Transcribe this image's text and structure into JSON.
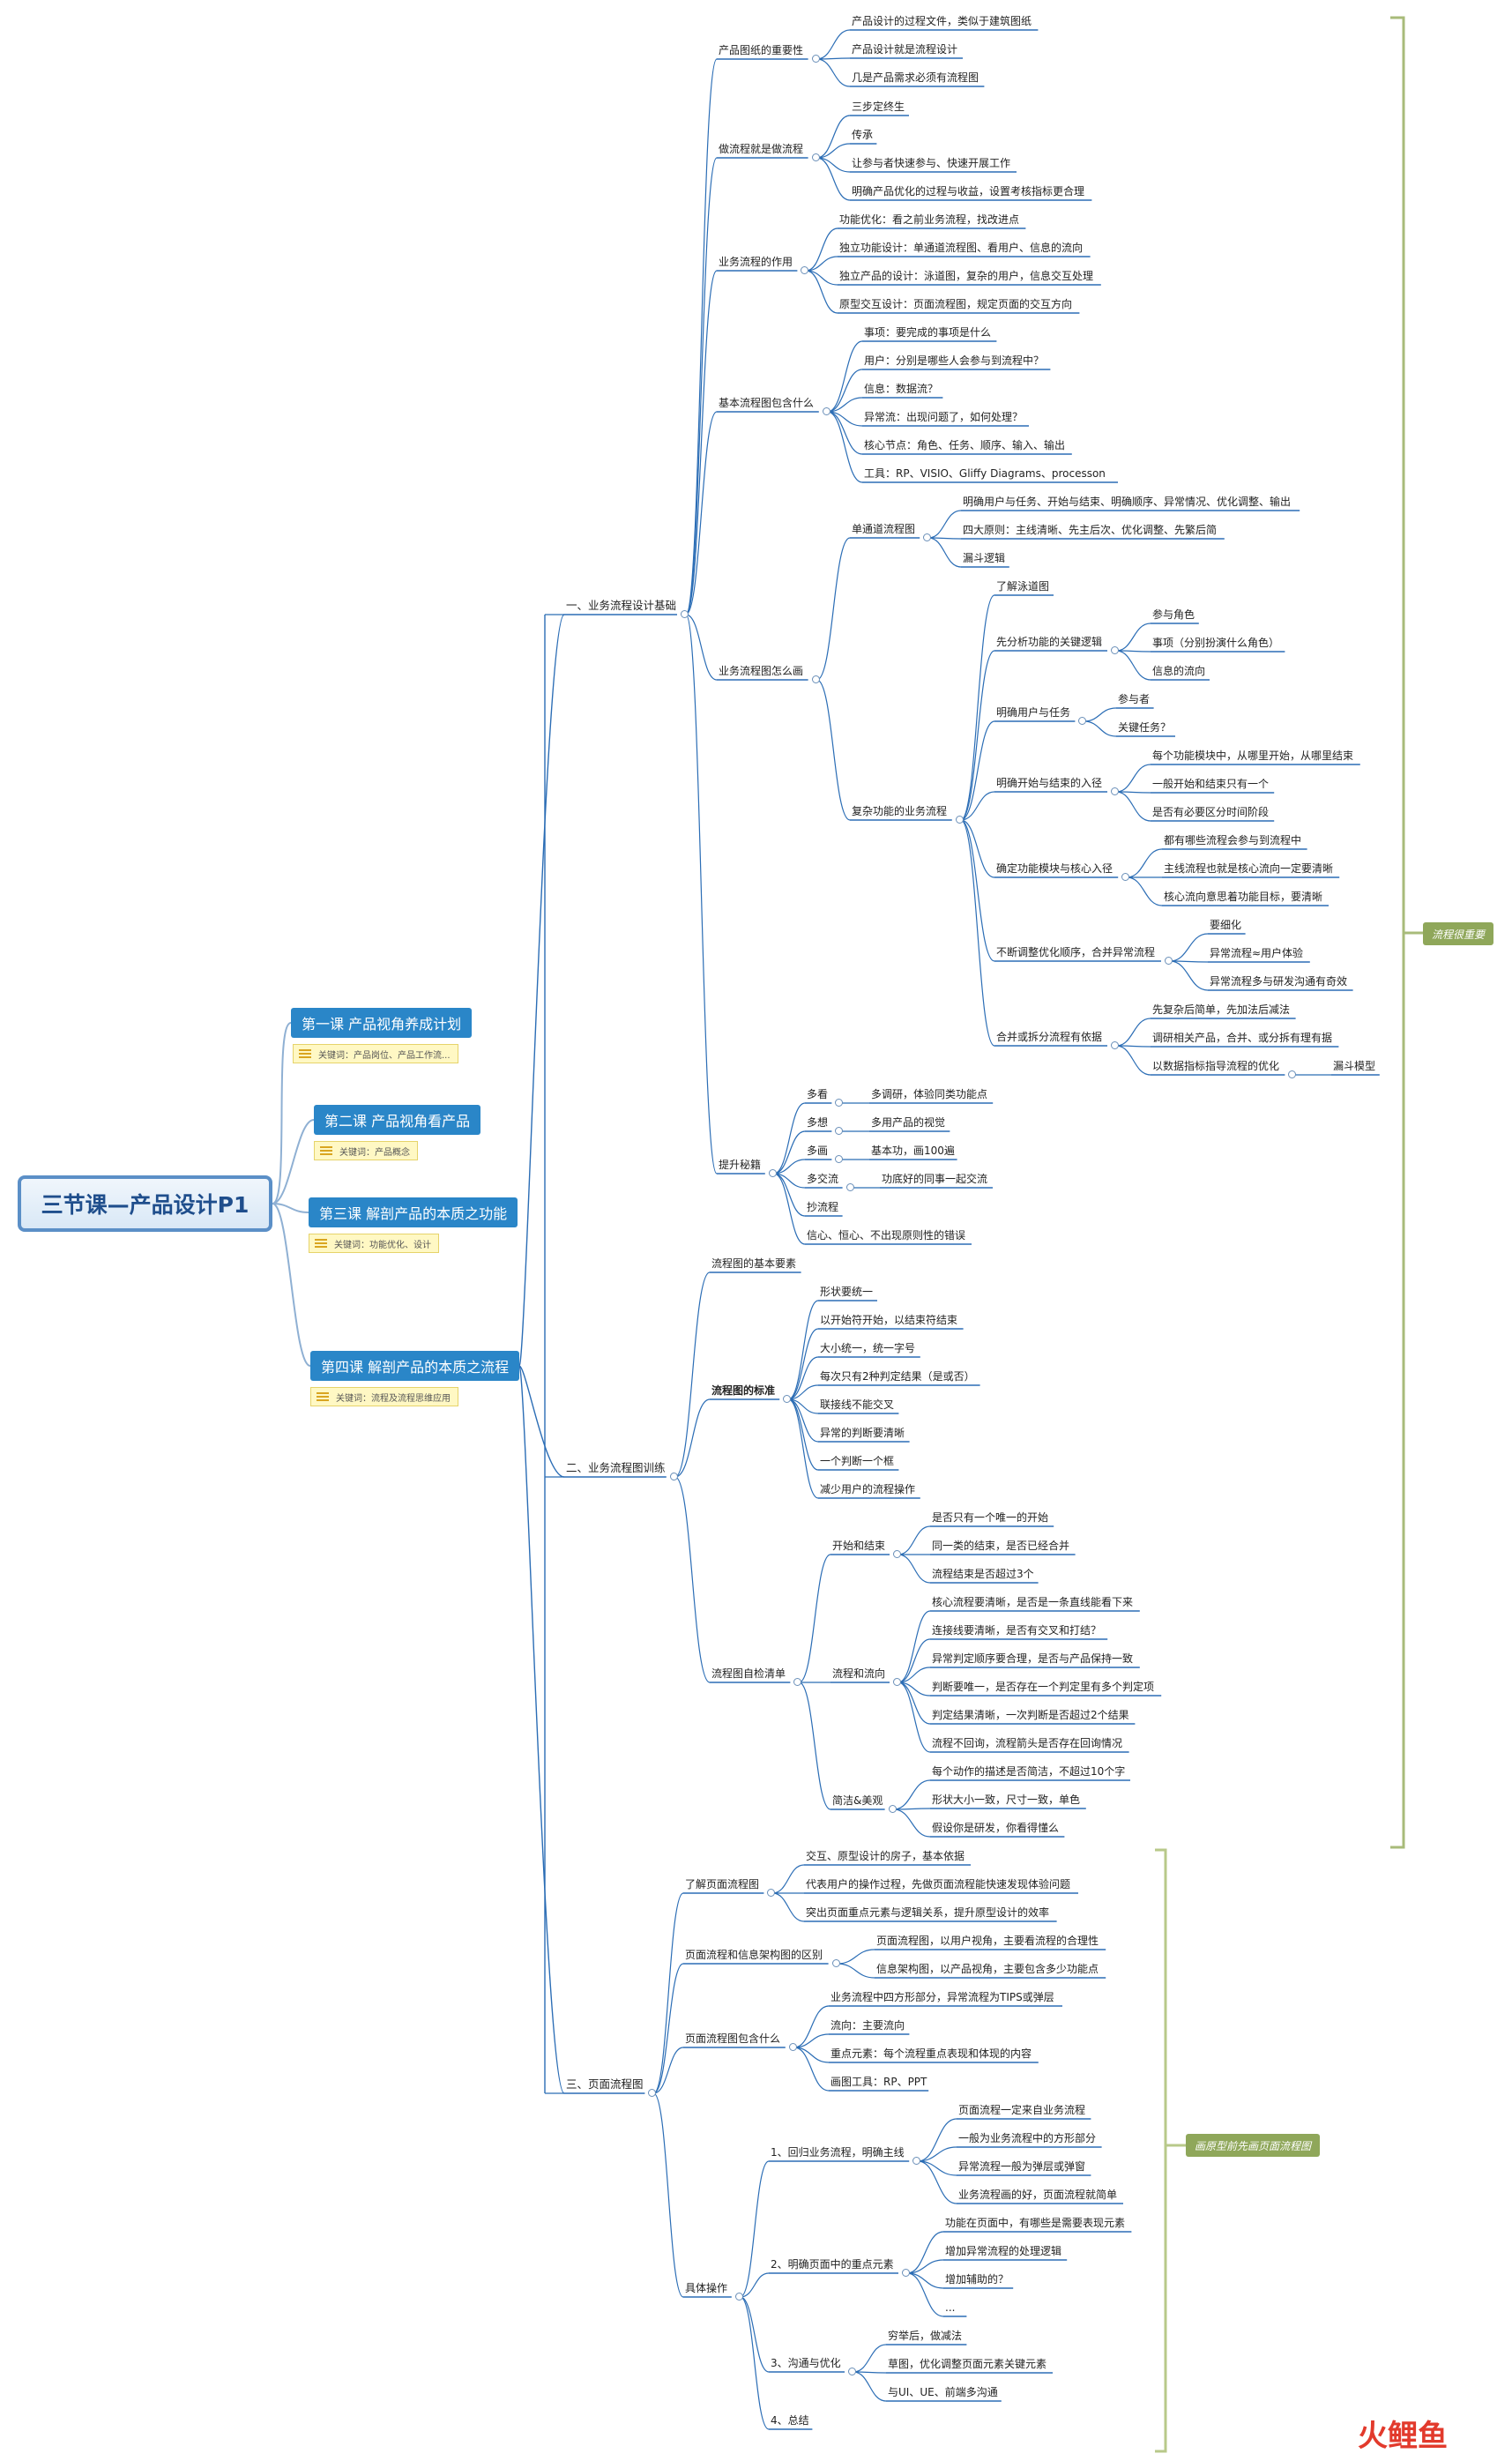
{
  "root": {
    "label": "三节课—产品设计P1"
  },
  "lessons": [
    {
      "label": "第一课 产品视角养成计划",
      "keywords": "关键词：产品岗位、产品工作流..."
    },
    {
      "label": "第二课 产品视角看产品",
      "keywords": "关键词：产品概念"
    },
    {
      "label": "第三课 解剖产品的本质之功能",
      "keywords": "关键词：功能优化、设计"
    },
    {
      "label": "第四课 解剖产品的本质之流程",
      "keywords": "关键词：流程及流程思维应用"
    }
  ],
  "tags": {
    "flow": "流程很重要",
    "page": "画原型前先画页面流程图"
  },
  "watermark": "火鲤鱼",
  "tree": [
    {
      "id": "s1",
      "p": null,
      "t": "一、业务流程设计基础"
    },
    {
      "id": "a1",
      "p": "s1",
      "t": "产品图纸的重要性"
    },
    {
      "id": "a1a",
      "p": "a1",
      "t": "产品设计的过程文件，类似于建筑图纸"
    },
    {
      "id": "a1b",
      "p": "a1",
      "t": "产品设计就是流程设计"
    },
    {
      "id": "a1c",
      "p": "a1",
      "t": "几是产品需求必须有流程图"
    },
    {
      "id": "a2",
      "p": "s1",
      "t": "做流程就是做流程"
    },
    {
      "id": "a2a",
      "p": "a2",
      "t": "三步定终生"
    },
    {
      "id": "a2b",
      "p": "a2",
      "t": "传承"
    },
    {
      "id": "a2c",
      "p": "a2",
      "t": "让参与者快速参与、快速开展工作"
    },
    {
      "id": "a2d",
      "p": "a2",
      "t": "明确产品优化的过程与收益，设置考核指标更合理"
    },
    {
      "id": "a3",
      "p": "s1",
      "t": "业务流程的作用"
    },
    {
      "id": "a3a",
      "p": "a3",
      "t": "功能优化：看之前业务流程，找改进点"
    },
    {
      "id": "a3b",
      "p": "a3",
      "t": "独立功能设计：单通道流程图、看用户、信息的流向"
    },
    {
      "id": "a3c",
      "p": "a3",
      "t": "独立产品的设计：泳道图，复杂的用户，信息交互处理"
    },
    {
      "id": "a3d",
      "p": "a3",
      "t": "原型交互设计：页面流程图，规定页面的交互方向"
    },
    {
      "id": "a4",
      "p": "s1",
      "t": "基本流程图包含什么"
    },
    {
      "id": "a4a",
      "p": "a4",
      "t": "事项：要完成的事项是什么"
    },
    {
      "id": "a4b",
      "p": "a4",
      "t": "用户：分别是哪些人会参与到流程中？"
    },
    {
      "id": "a4c",
      "p": "a4",
      "t": "信息：数据流？"
    },
    {
      "id": "a4d",
      "p": "a4",
      "t": "异常流：出现问题了，如何处理？"
    },
    {
      "id": "a4e",
      "p": "a4",
      "t": "核心节点：角色、任务、顺序、输入、输出"
    },
    {
      "id": "a4f",
      "p": "a4",
      "t": "工具：RP、VISIO、Gliffy Diagrams、processon"
    },
    {
      "id": "a5",
      "p": "s1",
      "t": "业务流程图怎么画"
    },
    {
      "id": "a5a",
      "p": "a5",
      "t": "单通道流程图"
    },
    {
      "id": "a5a1",
      "p": "a5a",
      "t": "明确用户与任务、开始与结束、明确顺序、异常情况、优化调整、输出"
    },
    {
      "id": "a5a2",
      "p": "a5a",
      "t": "四大原则：主线清晰、先主后次、优化调整、先繁后简"
    },
    {
      "id": "a5a3",
      "p": "a5a",
      "t": "漏斗逻辑"
    },
    {
      "id": "a5b",
      "p": "a5",
      "t": "复杂功能的业务流程"
    },
    {
      "id": "b1",
      "p": "a5b",
      "t": "了解泳道图"
    },
    {
      "id": "b2",
      "p": "a5b",
      "t": "先分析功能的关键逻辑"
    },
    {
      "id": "b2a",
      "p": "b2",
      "t": "参与角色"
    },
    {
      "id": "b2b",
      "p": "b2",
      "t": "事项（分别扮演什么角色）"
    },
    {
      "id": "b2c",
      "p": "b2",
      "t": "信息的流向"
    },
    {
      "id": "b3",
      "p": "a5b",
      "t": "明确用户与任务"
    },
    {
      "id": "b3a",
      "p": "b3",
      "t": "参与者"
    },
    {
      "id": "b3b",
      "p": "b3",
      "t": "关键任务？"
    },
    {
      "id": "b4",
      "p": "a5b",
      "t": "明确开始与结束的入径"
    },
    {
      "id": "b4a",
      "p": "b4",
      "t": "每个功能模块中，从哪里开始，从哪里结束"
    },
    {
      "id": "b4b",
      "p": "b4",
      "t": "一般开始和结束只有一个"
    },
    {
      "id": "b4c",
      "p": "b4",
      "t": "是否有必要区分时间阶段"
    },
    {
      "id": "b5",
      "p": "a5b",
      "t": "确定功能模块与核心入径"
    },
    {
      "id": "b5a",
      "p": "b5",
      "t": "都有哪些流程会参与到流程中"
    },
    {
      "id": "b5b",
      "p": "b5",
      "t": "主线流程也就是核心流向一定要清晰"
    },
    {
      "id": "b5c",
      "p": "b5",
      "t": "核心流向意思着功能目标，要清晰"
    },
    {
      "id": "b6",
      "p": "a5b",
      "t": "不断调整优化顺序，合并异常流程"
    },
    {
      "id": "b6a",
      "p": "b6",
      "t": "要细化"
    },
    {
      "id": "b6b",
      "p": "b6",
      "t": "异常流程≈用户体验"
    },
    {
      "id": "b6c",
      "p": "b6",
      "t": "异常流程多与研发沟通有奇效"
    },
    {
      "id": "b7",
      "p": "a5b",
      "t": "合并或拆分流程有依据"
    },
    {
      "id": "b7a",
      "p": "b7",
      "t": "先复杂后简单，先加法后减法"
    },
    {
      "id": "b7b",
      "p": "b7",
      "t": "调研相关产品，合并、或分拆有理有据"
    },
    {
      "id": "b7c",
      "p": "b7",
      "t": "以数据指标指导流程的优化"
    },
    {
      "id": "b7c1",
      "p": "b7c",
      "t": "漏斗模型"
    },
    {
      "id": "a6",
      "p": "s1",
      "t": "提升秘籍"
    },
    {
      "id": "a6a",
      "p": "a6",
      "t": "多看"
    },
    {
      "id": "a6a1",
      "p": "a6a",
      "t": "多调研，体验同类功能点"
    },
    {
      "id": "a6b",
      "p": "a6",
      "t": "多想"
    },
    {
      "id": "a6b1",
      "p": "a6b",
      "t": "多用产品的视觉"
    },
    {
      "id": "a6c",
      "p": "a6",
      "t": "多画"
    },
    {
      "id": "a6c1",
      "p": "a6c",
      "t": "基本功，画100遍"
    },
    {
      "id": "a6d",
      "p": "a6",
      "t": "多交流"
    },
    {
      "id": "a6d1",
      "p": "a6d",
      "t": "功底好的同事一起交流"
    },
    {
      "id": "a6e",
      "p": "a6",
      "t": "抄流程"
    },
    {
      "id": "a6f",
      "p": "a6",
      "t": "信心、恒心、不出现原则性的错误"
    },
    {
      "id": "s2",
      "p": null,
      "t": "二、业务流程图训练"
    },
    {
      "id": "c1",
      "p": "s2",
      "t": "流程图的基本要素"
    },
    {
      "id": "c2",
      "p": "s2",
      "t": "流程图的标准",
      "bold": true
    },
    {
      "id": "c2a",
      "p": "c2",
      "t": "形状要统一"
    },
    {
      "id": "c2b",
      "p": "c2",
      "t": "以开始符开始，以结束符结束"
    },
    {
      "id": "c2c",
      "p": "c2",
      "t": "大小统一，统一字号"
    },
    {
      "id": "c2d",
      "p": "c2",
      "t": "每次只有2种判定结果（是或否）"
    },
    {
      "id": "c2e",
      "p": "c2",
      "t": "联接线不能交叉"
    },
    {
      "id": "c2f",
      "p": "c2",
      "t": "异常的判断要清晰"
    },
    {
      "id": "c2g",
      "p": "c2",
      "t": "一个判断一个框"
    },
    {
      "id": "c2h",
      "p": "c2",
      "t": "减少用户的流程操作"
    },
    {
      "id": "c3",
      "p": "s2",
      "t": "流程图自检清单"
    },
    {
      "id": "c3a",
      "p": "c3",
      "t": "开始和结束"
    },
    {
      "id": "c3a1",
      "p": "c3a",
      "t": "是否只有一个唯一的开始"
    },
    {
      "id": "c3a2",
      "p": "c3a",
      "t": "同一类的结束，是否已经合并"
    },
    {
      "id": "c3a3",
      "p": "c3a",
      "t": "流程结束是否超过3个"
    },
    {
      "id": "c3b",
      "p": "c3",
      "t": "流程和流向"
    },
    {
      "id": "c3b1",
      "p": "c3b",
      "t": "核心流程要清晰，是否是一条直线能看下来"
    },
    {
      "id": "c3b2",
      "p": "c3b",
      "t": "连接线要清晰，是否有交叉和打结？"
    },
    {
      "id": "c3b3",
      "p": "c3b",
      "t": "异常判定顺序要合理，是否与产品保持一致"
    },
    {
      "id": "c3b4",
      "p": "c3b",
      "t": "判断要唯一，是否存在一个判定里有多个判定项"
    },
    {
      "id": "c3b5",
      "p": "c3b",
      "t": "判定结果清晰，一次判断是否超过2个结果"
    },
    {
      "id": "c3b6",
      "p": "c3b",
      "t": "流程不回询，流程箭头是否存在回询情况"
    },
    {
      "id": "c3c",
      "p": "c3",
      "t": "简洁&美观"
    },
    {
      "id": "c3c1",
      "p": "c3c",
      "t": "每个动作的描述是否简洁，不超过10个字"
    },
    {
      "id": "c3c2",
      "p": "c3c",
      "t": "形状大小一致，尺寸一致，单色"
    },
    {
      "id": "c3c3",
      "p": "c3c",
      "t": "假设你是研发，你看得懂么"
    },
    {
      "id": "s3",
      "p": null,
      "t": "三、页面流程图"
    },
    {
      "id": "d1",
      "p": "s3",
      "t": "了解页面流程图"
    },
    {
      "id": "d1a",
      "p": "d1",
      "t": "交互、原型设计的房子，基本依据"
    },
    {
      "id": "d1b",
      "p": "d1",
      "t": "代表用户的操作过程，先做页面流程能快速发现体验问题"
    },
    {
      "id": "d1c",
      "p": "d1",
      "t": "突出页面重点元素与逻辑关系，提升原型设计的效率"
    },
    {
      "id": "d2",
      "p": "s3",
      "t": "页面流程和信息架构图的区别"
    },
    {
      "id": "d2a",
      "p": "d2",
      "t": "页面流程图，以用户视角，主要看流程的合理性"
    },
    {
      "id": "d2b",
      "p": "d2",
      "t": "信息架构图，以产品视角，主要包含多少功能点"
    },
    {
      "id": "d3",
      "p": "s3",
      "t": "页面流程图包含什么"
    },
    {
      "id": "d3a",
      "p": "d3",
      "t": "业务流程中四方形部分，异常流程为TIPS或弹层"
    },
    {
      "id": "d3b",
      "p": "d3",
      "t": "流向：主要流向"
    },
    {
      "id": "d3c",
      "p": "d3",
      "t": "重点元素：每个流程重点表现和体现的内容"
    },
    {
      "id": "d3d",
      "p": "d3",
      "t": "画图工具：RP、PPT"
    },
    {
      "id": "d4",
      "p": "s3",
      "t": "具体操作"
    },
    {
      "id": "e1",
      "p": "d4",
      "t": "1、回归业务流程，明确主线"
    },
    {
      "id": "e1a",
      "p": "e1",
      "t": "页面流程一定来自业务流程"
    },
    {
      "id": "e1b",
      "p": "e1",
      "t": "一般为业务流程中的方形部分"
    },
    {
      "id": "e1c",
      "p": "e1",
      "t": "异常流程一般为弹层或弹窗"
    },
    {
      "id": "e1d",
      "p": "e1",
      "t": "业务流程画的好，页面流程就简单"
    },
    {
      "id": "e2",
      "p": "d4",
      "t": "2、明确页面中的重点元素"
    },
    {
      "id": "e2a",
      "p": "e2",
      "t": "功能在页面中，有哪些是需要表现元素"
    },
    {
      "id": "e2b",
      "p": "e2",
      "t": "增加异常流程的处理逻辑"
    },
    {
      "id": "e2c",
      "p": "e2",
      "t": "增加辅助的？"
    },
    {
      "id": "e2d",
      "p": "e2",
      "t": "..."
    },
    {
      "id": "e3",
      "p": "d4",
      "t": "3、沟通与优化"
    },
    {
      "id": "e3a",
      "p": "e3",
      "t": "穷举后，做减法"
    },
    {
      "id": "e3b",
      "p": "e3",
      "t": "草图，优化调整页面元素关键元素"
    },
    {
      "id": "e3c",
      "p": "e3",
      "t": "与UI、UE、前端多沟通"
    },
    {
      "id": "e4",
      "p": "d4",
      "t": "4、总结"
    }
  ]
}
